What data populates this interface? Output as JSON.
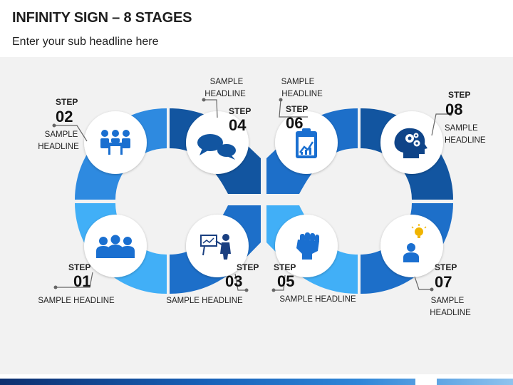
{
  "title": "INFINITY SIGN – 8 STAGES",
  "subtitle": "Enter your sub headline here",
  "step_word": "STEP",
  "colors": {
    "light": "#41aff7",
    "mid": "#2e8ae0",
    "blue": "#1d6fc9",
    "dark": "#1255a0",
    "navy": "#0f4488",
    "icon": "#1a6fd0"
  },
  "steps": [
    {
      "number": "01",
      "headline": "SAMPLE HEADLINE",
      "icon": "group-people-icon"
    },
    {
      "number": "02",
      "headline_lines": [
        "SAMPLE",
        "HEADLINE"
      ],
      "icon": "meeting-table-icon"
    },
    {
      "number": "03",
      "headline": "SAMPLE HEADLINE",
      "icon": "presentation-icon"
    },
    {
      "number": "04",
      "headline_lines": [
        "SAMPLE",
        "HEADLINE"
      ],
      "icon": "chat-bubbles-icon"
    },
    {
      "number": "05",
      "headline": "SAMPLE HEADLINE",
      "icon": "raised-fist-icon"
    },
    {
      "number": "06",
      "headline_lines": [
        "SAMPLE",
        "HEADLINE"
      ],
      "icon": "clipboard-chart-icon"
    },
    {
      "number": "07",
      "headline_lines": [
        "SAMPLE",
        "HEADLINE"
      ],
      "icon": "person-idea-icon"
    },
    {
      "number": "08",
      "headline_lines": [
        "SAMPLE",
        "HEADLINE"
      ],
      "icon": "head-gears-icon"
    }
  ]
}
